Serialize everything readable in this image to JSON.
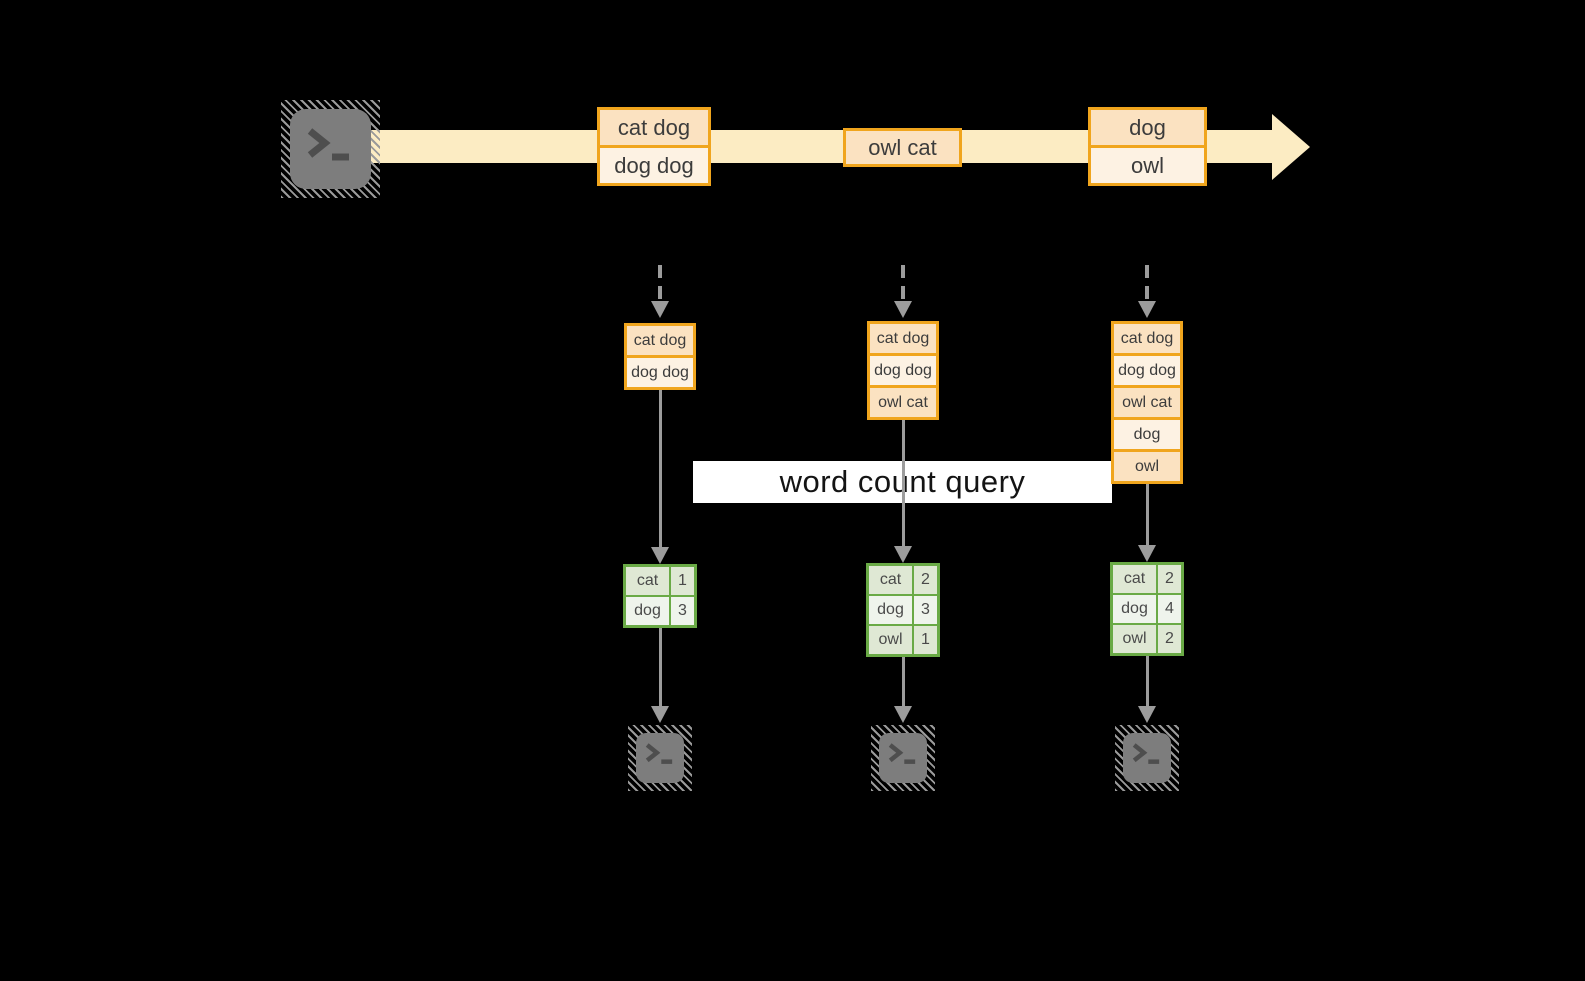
{
  "banner": {
    "label": "word count query"
  },
  "stream": {
    "source_icon": "terminal-icon",
    "events": [
      {
        "rows": [
          "cat dog",
          "dog dog"
        ]
      },
      {
        "rows": [
          "owl cat"
        ]
      },
      {
        "rows": [
          "dog",
          "owl"
        ]
      }
    ]
  },
  "columns": [
    {
      "buffer": [
        "cat dog",
        "dog dog"
      ],
      "counts": [
        {
          "word": "cat",
          "count": "1"
        },
        {
          "word": "dog",
          "count": "3"
        }
      ],
      "sink_icon": "terminal-icon"
    },
    {
      "buffer": [
        "cat dog",
        "dog dog",
        "owl cat"
      ],
      "counts": [
        {
          "word": "cat",
          "count": "2"
        },
        {
          "word": "dog",
          "count": "3"
        },
        {
          "word": "owl",
          "count": "1"
        }
      ],
      "sink_icon": "terminal-icon"
    },
    {
      "buffer": [
        "cat dog",
        "dog dog",
        "owl cat",
        "dog",
        "owl"
      ],
      "counts": [
        {
          "word": "cat",
          "count": "2"
        },
        {
          "word": "dog",
          "count": "4"
        },
        {
          "word": "owl",
          "count": "2"
        }
      ],
      "sink_icon": "terminal-icon"
    }
  ],
  "colors": {
    "accent_orange": "#f0a51d",
    "peach_fill": "#fbe2c1",
    "cream_fill": "#fdf2e3",
    "band_cream": "#fcecc3",
    "green_border": "#6aaa46",
    "green_cell_dark": "#dfe8d4",
    "green_cell_light": "#eff4ec",
    "arrow_gray": "#9c9c9c",
    "terminal_gray": "#7d7d7d",
    "banner_bg": "#ffffff"
  }
}
